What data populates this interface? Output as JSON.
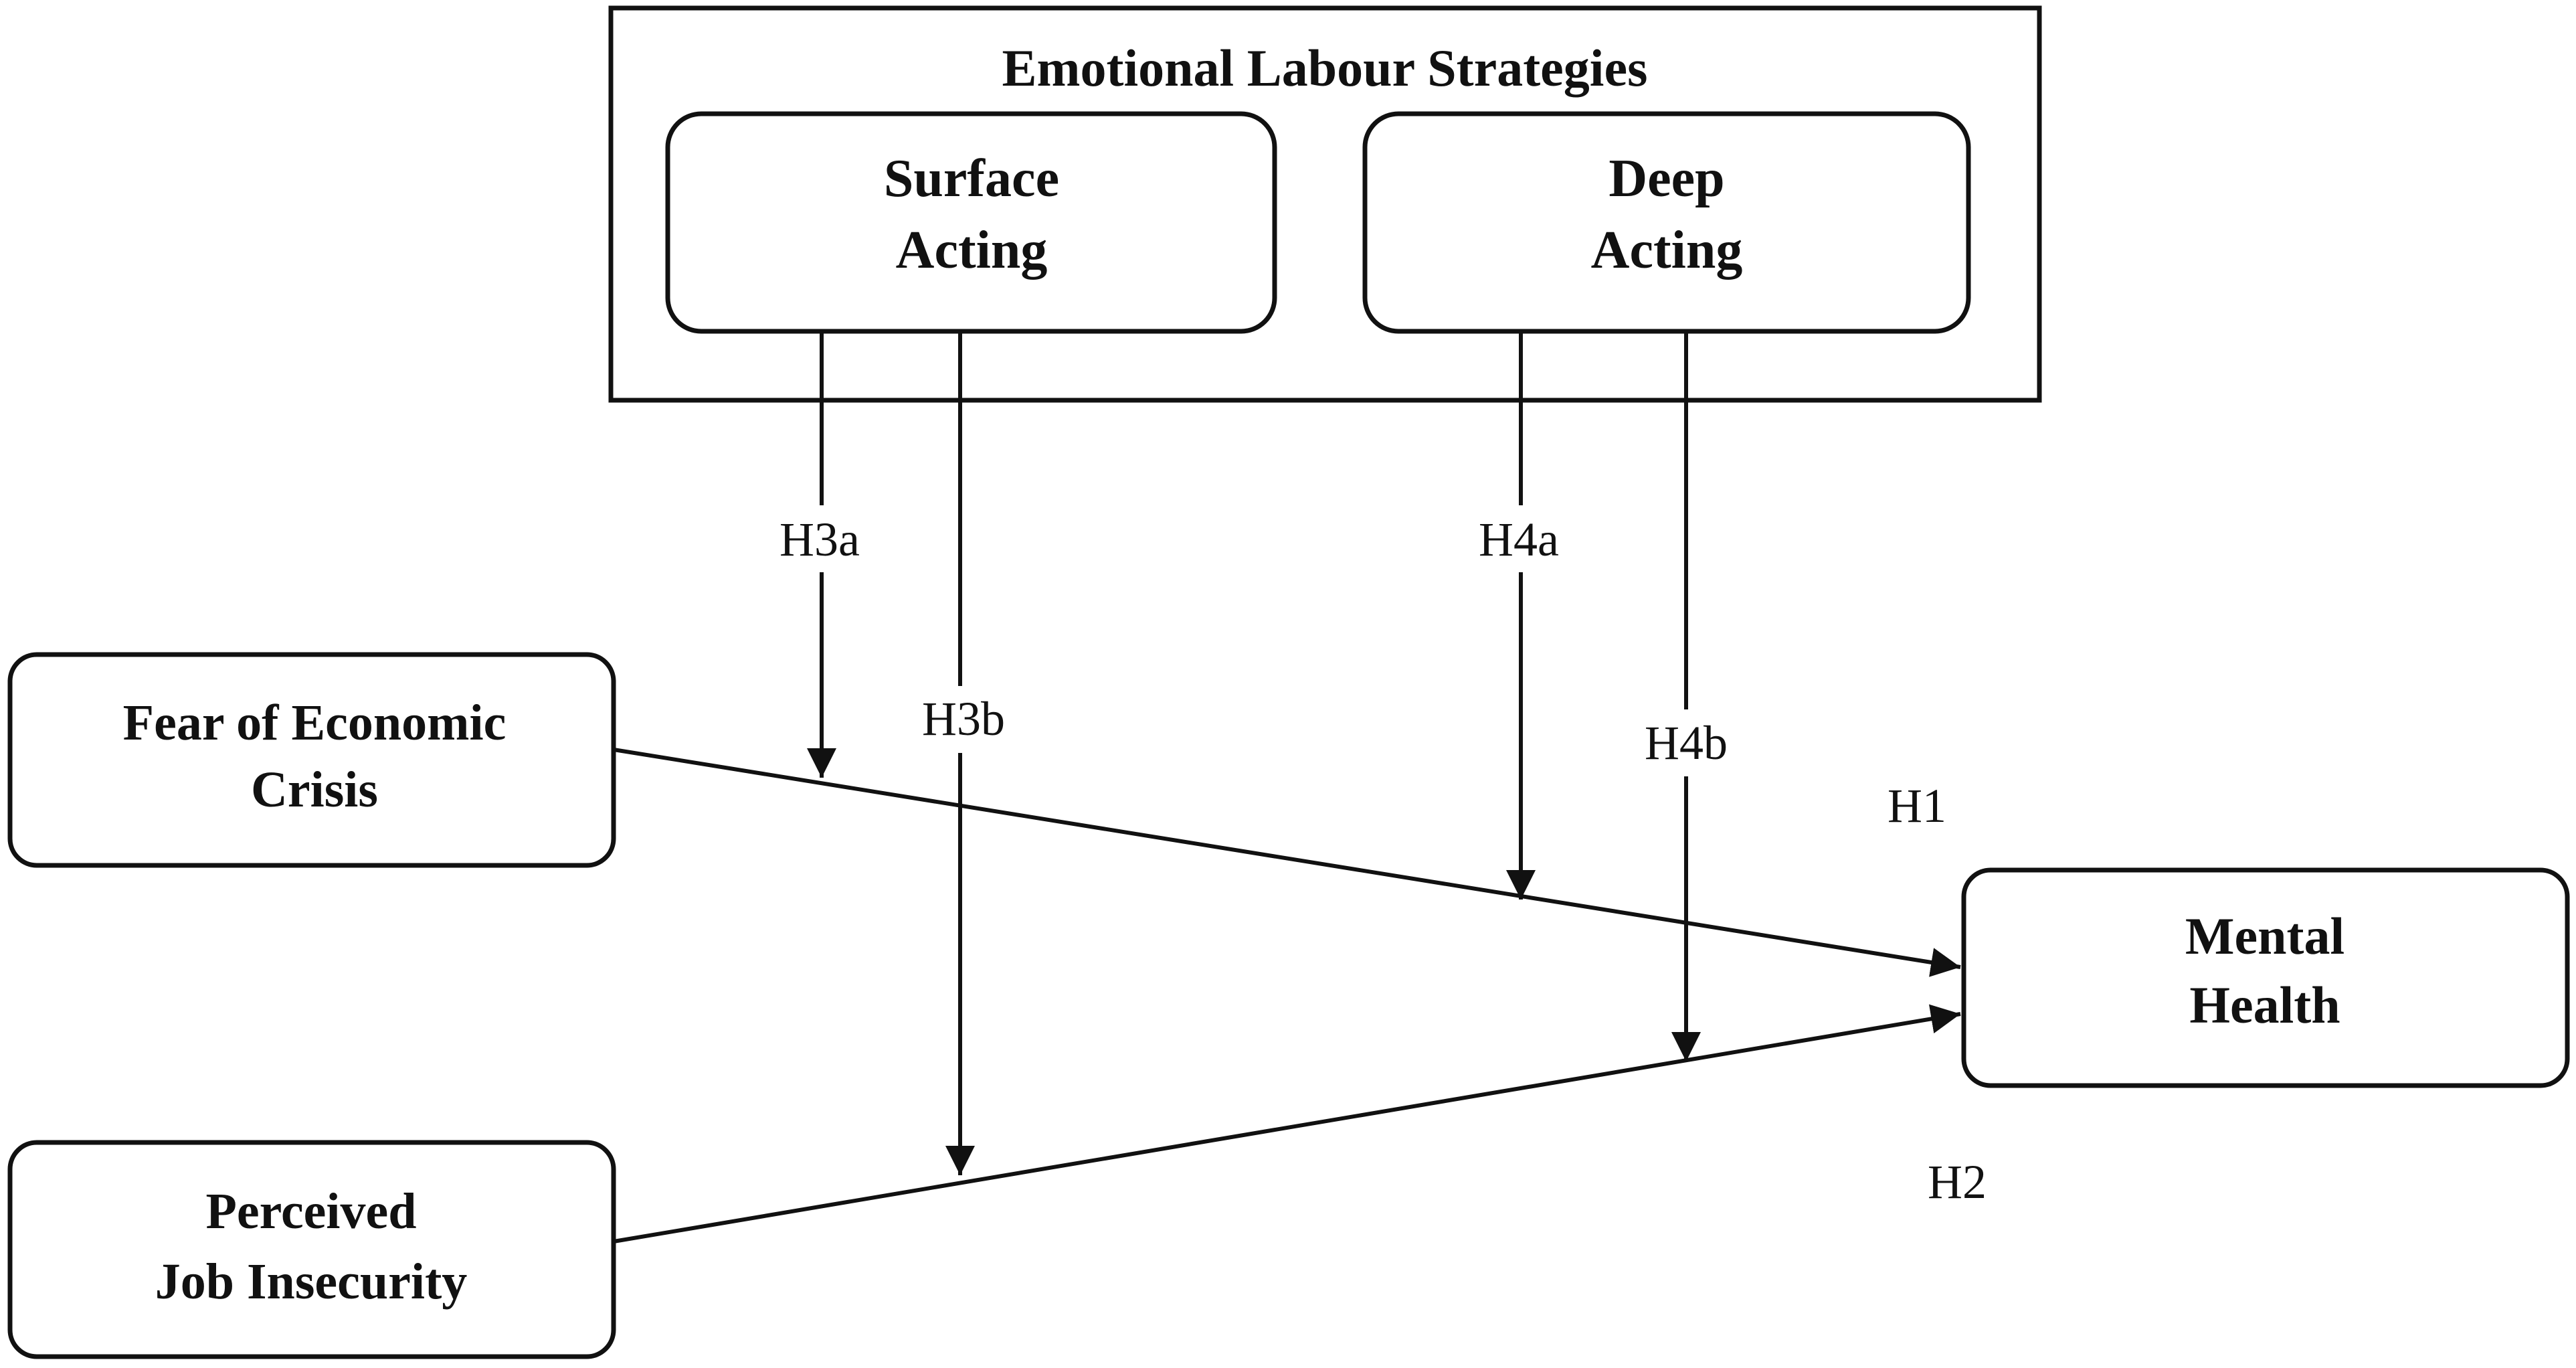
{
  "group": {
    "title": "Emotional Labour Strategies"
  },
  "nodes": {
    "surface_acting": {
      "line1": "Surface",
      "line2": "Acting"
    },
    "deep_acting": {
      "line1": "Deep",
      "line2": "Acting"
    },
    "fear_of_economic_crisis": {
      "line1": "Fear of Economic",
      "line2": "Crisis"
    },
    "perceived_job_insecurity": {
      "line1": "Perceived",
      "line2": "Job Insecurity"
    },
    "mental_health": {
      "line1": "Mental",
      "line2": "Health"
    }
  },
  "hypotheses": {
    "h1": "H1",
    "h2": "H2",
    "h3a": "H3a",
    "h3b": "H3b",
    "h4a": "H4a",
    "h4b": "H4b"
  },
  "edges": [
    {
      "from": "fear_of_economic_crisis",
      "to": "mental_health",
      "label": "H1"
    },
    {
      "from": "perceived_job_insecurity",
      "to": "mental_health",
      "label": "H2"
    },
    {
      "from": "surface_acting",
      "to": "edge:H1",
      "label": "H3a"
    },
    {
      "from": "surface_acting",
      "to": "edge:H2",
      "label": "H3b"
    },
    {
      "from": "deep_acting",
      "to": "edge:H1",
      "label": "H4a"
    },
    {
      "from": "deep_acting",
      "to": "edge:H2",
      "label": "H4b"
    }
  ],
  "colors": {
    "stroke": "#111111",
    "background": "#ffffff"
  }
}
